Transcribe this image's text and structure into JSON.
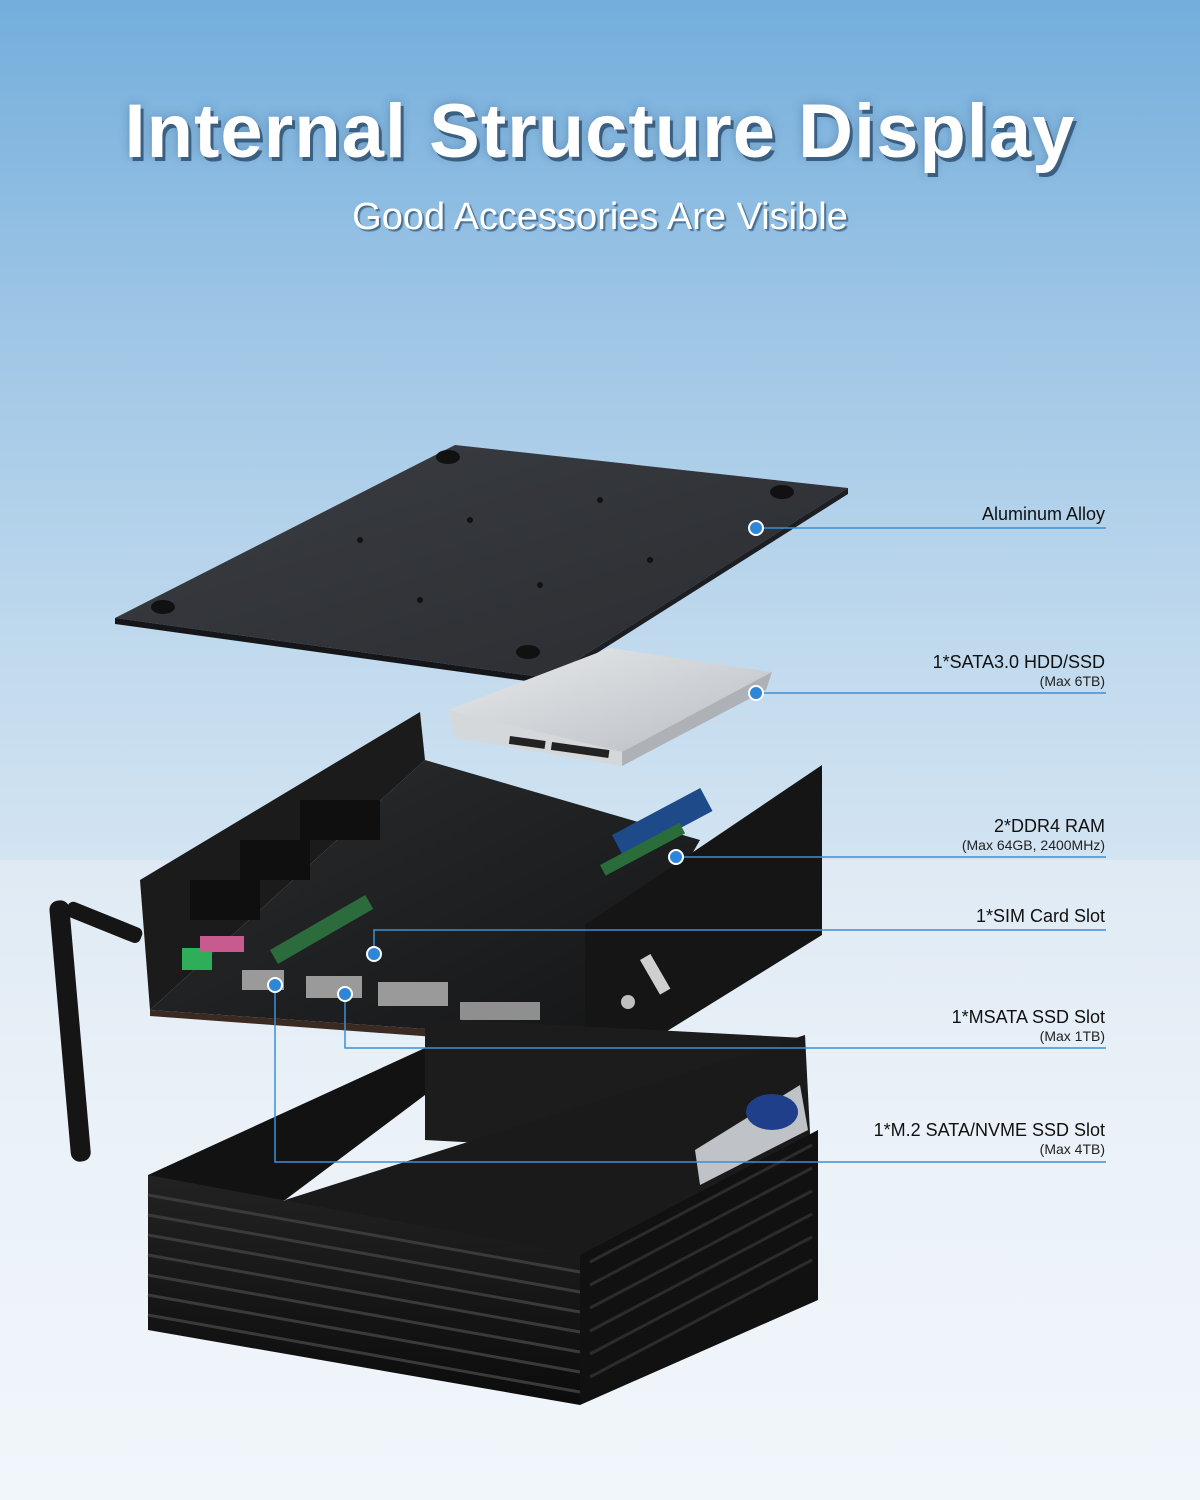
{
  "header": {
    "title": "Internal Structure Display",
    "subtitle": "Good Accessories Are Visible"
  },
  "callouts": [
    {
      "name": "Aluminum Alloy",
      "detail": ""
    },
    {
      "name": "1*SATA3.0 HDD/SSD",
      "detail": "(Max 6TB)"
    },
    {
      "name": "2*DDR4 RAM",
      "detail": "(Max 64GB, 2400MHz)"
    },
    {
      "name": "1*SIM Card Slot",
      "detail": ""
    },
    {
      "name": "1*MSATA SSD Slot",
      "detail": "(Max 1TB)"
    },
    {
      "name": "1*M.2 SATA/NVME SSD Slot",
      "detail": "(Max 4TB)"
    }
  ],
  "colors": {
    "accent_line": "#3c8fd6",
    "dot": "#2e86d8",
    "case": "#1a1a1a"
  }
}
